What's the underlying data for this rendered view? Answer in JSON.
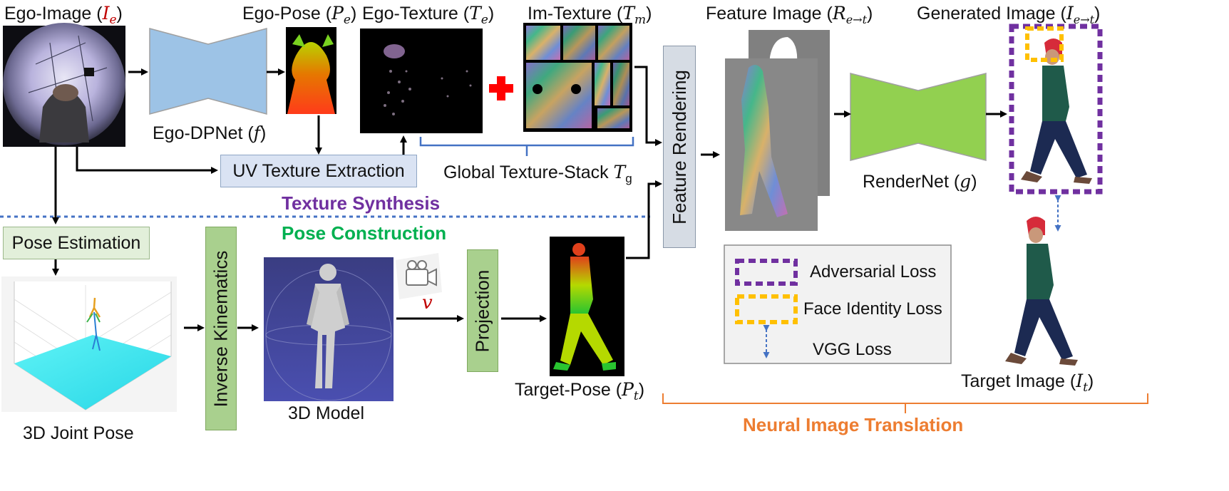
{
  "colors": {
    "texture_synthesis": "#7030a0",
    "pose_construction": "#00b050",
    "neural_translation": "#ed7d31",
    "network_blue": "#9dc3e6",
    "network_green": "#92d050",
    "adversarial_box": "#7030a0",
    "face_box": "#ffc000",
    "brace_blue": "#4472c4",
    "ego_var": "#c00000",
    "plus": "#ff0000"
  },
  "labels": {
    "ego_image": {
      "text": "Ego-Image (",
      "var": "I",
      "sub": "e",
      "close": ")"
    },
    "ego_pose": {
      "text": "Ego-Pose (",
      "var": "P",
      "sub": "e",
      "close": ")"
    },
    "ego_texture": {
      "text": "Ego-Texture (",
      "var": "T",
      "sub": "e",
      "close": ")"
    },
    "im_texture": {
      "text": "Im-Texture (",
      "var": "T",
      "sub": "m",
      "close": ")"
    },
    "feature_image": {
      "text": "Feature Image (",
      "var": "R",
      "sub": "e→t",
      "close": ")"
    },
    "generated_image": {
      "text": "Generated Image (",
      "var": "I",
      "sub": "e→t",
      "close": ")"
    },
    "ego_dpnet": {
      "text": "Ego-DPNet (",
      "var": "f",
      "close": ")"
    },
    "global_texture_stack": {
      "text": "Global Texture-Stack ",
      "var": "T",
      "sub": "g"
    },
    "render_net": {
      "text": "RenderNet (",
      "var": "g",
      "close": ")"
    },
    "target_pose": {
      "text": "Target-Pose (",
      "var": "P",
      "sub": "t",
      "close": ")"
    },
    "target_image": {
      "text": "Target Image (",
      "var": "I",
      "sub": "t",
      "close": ")"
    },
    "model_3d": "3D Model",
    "joint_pose_3d": "3D Joint Pose",
    "camera_var": "v"
  },
  "boxes": {
    "uv_texture_extraction": "UV Texture Extraction",
    "pose_estimation": "Pose Estimation",
    "inverse_kinematics": "Inverse Kinematics",
    "projection": "Projection",
    "feature_rendering": "Feature Rendering"
  },
  "sections": {
    "texture_synthesis": "Texture Synthesis",
    "pose_construction": "Pose Construction",
    "neural_image_translation": "Neural Image Translation"
  },
  "legend": {
    "adversarial_loss": "Adversarial Loss",
    "face_identity_loss": "Face Identity Loss",
    "vgg_loss": "VGG Loss"
  }
}
